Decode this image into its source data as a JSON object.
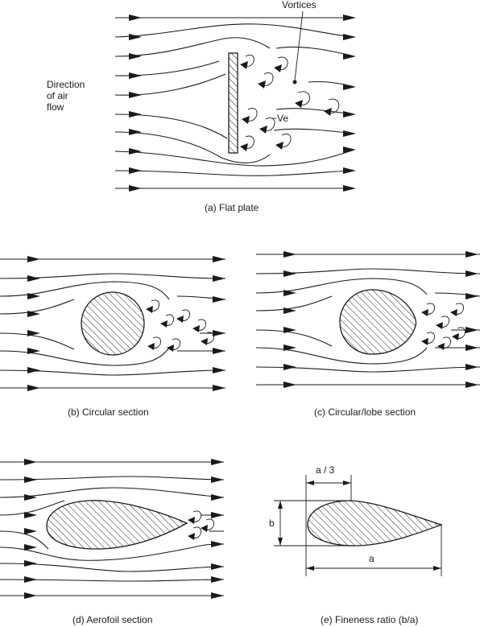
{
  "panel_a": {
    "caption": "(a) Flat plate",
    "flow_label": [
      "Direction",
      "of air",
      "flow"
    ],
    "vortices_label": "Vortices",
    "ve_label": "−Ve"
  },
  "panel_b": {
    "caption": "(b) Circular section"
  },
  "panel_c": {
    "caption": "(c) Circular/lobe section"
  },
  "panel_d": {
    "caption": "(d) Aerofoil section"
  },
  "panel_e": {
    "caption": "(e) Fineness ratio (b/a)",
    "dim_a3": "a / 3",
    "dim_b": "b",
    "dim_a": "a"
  }
}
